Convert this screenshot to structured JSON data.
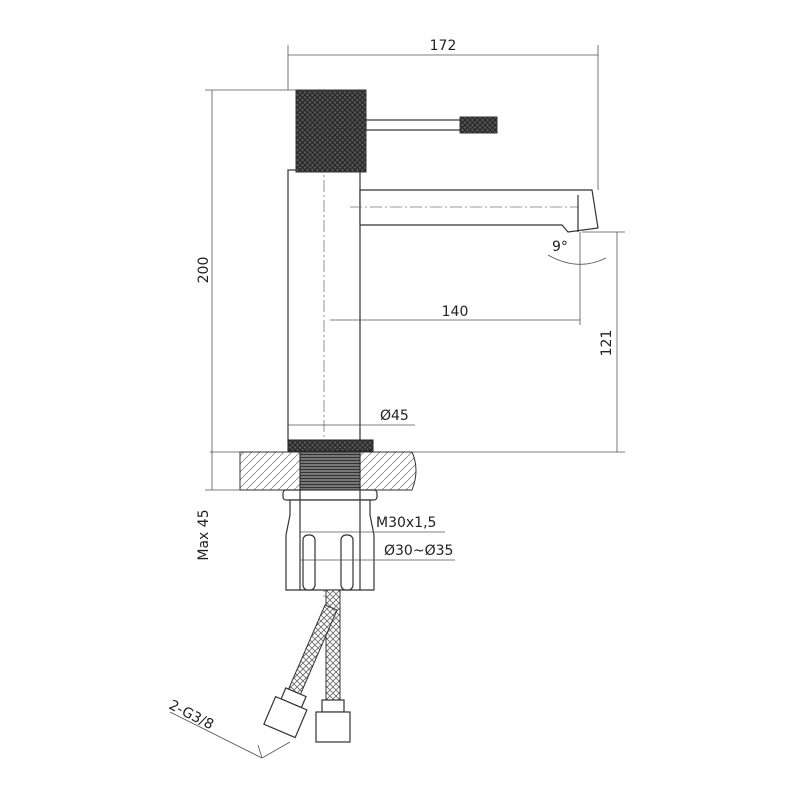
{
  "drawing": {
    "dimensions": {
      "overall_width": "172",
      "overall_height": "200",
      "spout_reach": "140",
      "spout_height": "121",
      "spout_angle": "9°",
      "body_diameter": "Ø45",
      "max_counter_thickness": "Max 45",
      "thread": "M30x1,5",
      "hole_diameter": "Ø30~Ø35",
      "hose_connection": "2-G3/8"
    },
    "colors": {
      "line": "#333333",
      "knurl": "#3a3a3a"
    }
  }
}
